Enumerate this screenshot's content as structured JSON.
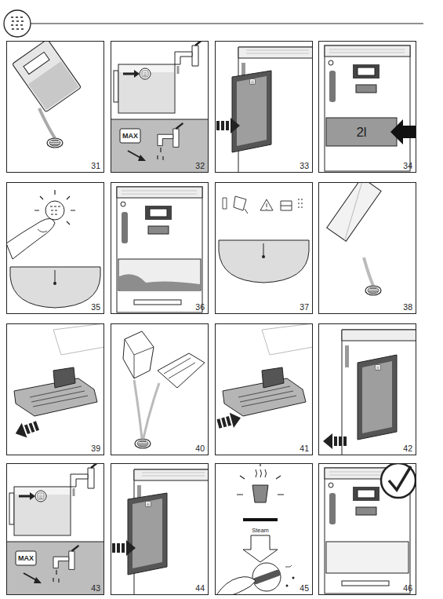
{
  "diagram": {
    "nodes": [
      {
        "text": [
          "31"
        ]
      },
      {
        "text": [
          "32"
        ]
      },
      {
        "text": [
          "33"
        ]
      },
      {
        "text": [
          "34"
        ]
      },
      {
        "text": [
          "35"
        ]
      },
      {
        "text": [
          "36"
        ]
      },
      {
        "text": [
          "37"
        ]
      },
      {
        "text": [
          "38"
        ]
      },
      {
        "text": [
          "39"
        ]
      },
      {
        "text": [
          "40"
        ]
      },
      {
        "text": [
          "41"
        ]
      },
      {
        "text": [
          "42"
        ]
      },
      {
        "text": [
          "43"
        ]
      },
      {
        "text": [
          "44"
        ]
      },
      {
        "text": [
          "45"
        ]
      },
      {
        "text": [
          "46"
        ]
      }
    ],
    "labels": [
      "MAX",
      "2l",
      "MAX",
      "Steam"
    ]
  }
}
